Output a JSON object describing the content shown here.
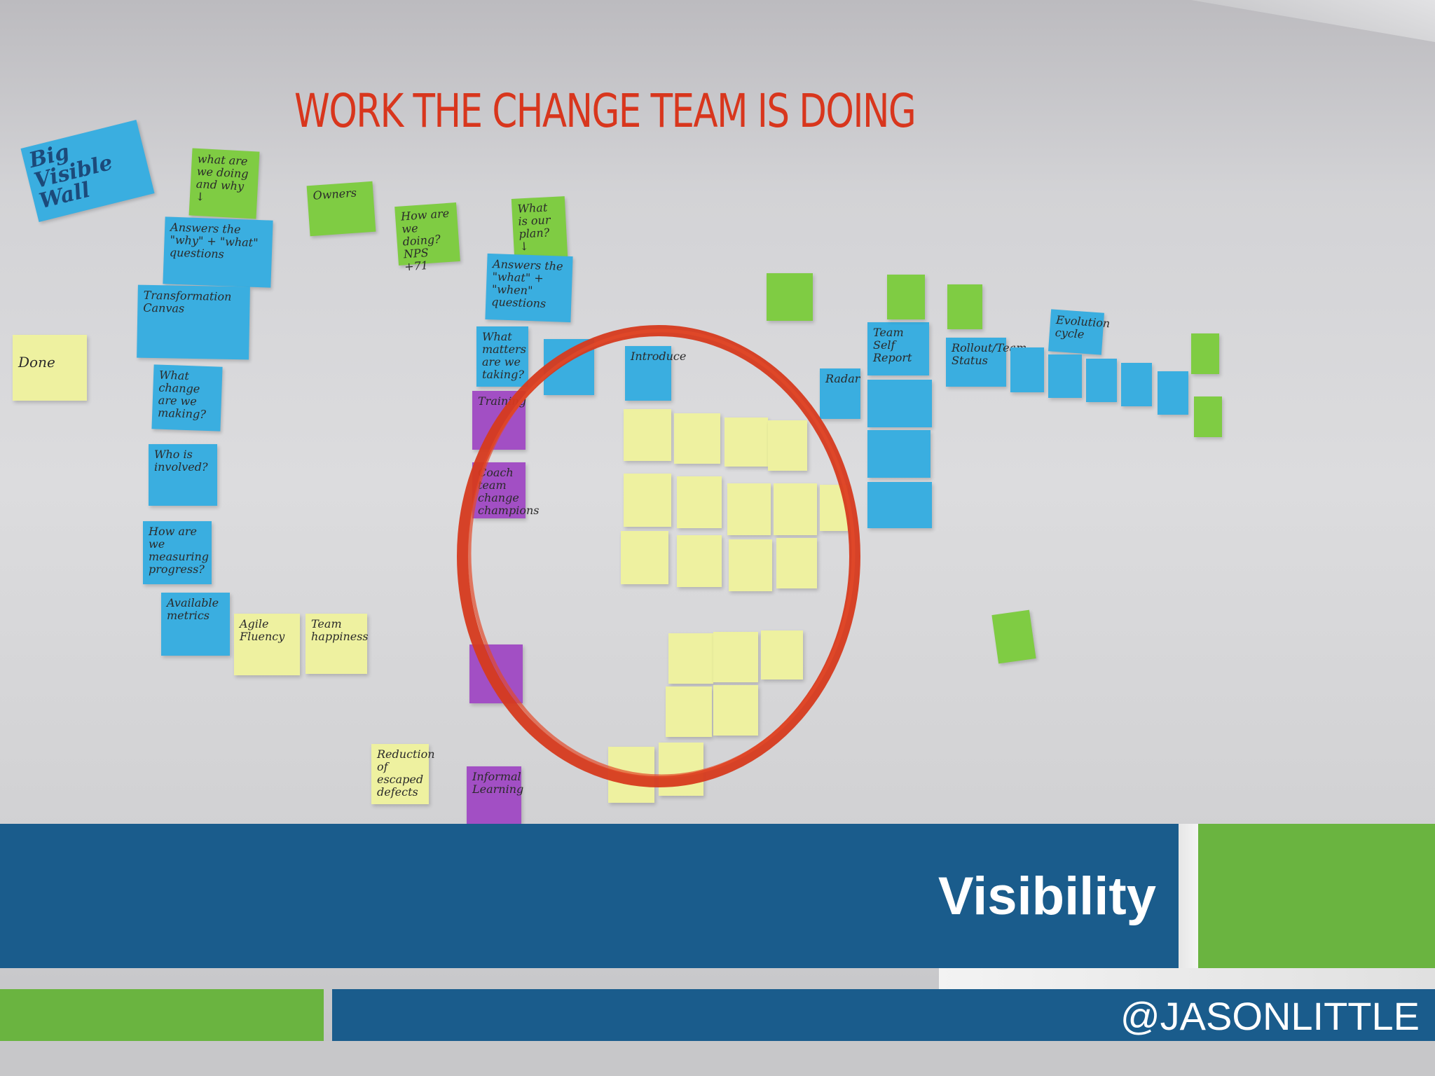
{
  "slide": {
    "headline": "WORK THE CHANGE TEAM IS DOING",
    "title": "Visibility",
    "handle": "@JASONLITTLE"
  },
  "notes": {
    "big_visible_wall": "Big Visible Wall",
    "what_are_we_doing": "what are we doing and why ↓",
    "owners": "Owners",
    "how_are_we_doing": "How are we doing? NPS +71",
    "what_is_our_plan": "What is our plan? ↓",
    "answers_why_what": "Answers the \"why\" + \"what\" questions",
    "answers_what_when": "Answers the \"what\" + \"when\" questions",
    "transformation_canvas": "Transformation Canvas",
    "done": "Done",
    "what_change": "What change are we making?",
    "who_is_involved": "Who is involved?",
    "how_measuring": "How are we measuring progress?",
    "available_metrics": "Available metrics",
    "agile_fluency": "Agile Fluency",
    "team_happiness": "Team happiness",
    "reduction_defects": "Reduction of escaped defects",
    "what_matters": "What matters are we taking?",
    "training": "Training",
    "coach_change": "Coach team change champions",
    "informal_learning": "Informal Learning",
    "introduce": "Introduce",
    "rollout": "Rollout/Team Status",
    "radar": "Radar",
    "team_self_report": "Team Self Report",
    "evolution_cycle": "Evolution cycle"
  }
}
